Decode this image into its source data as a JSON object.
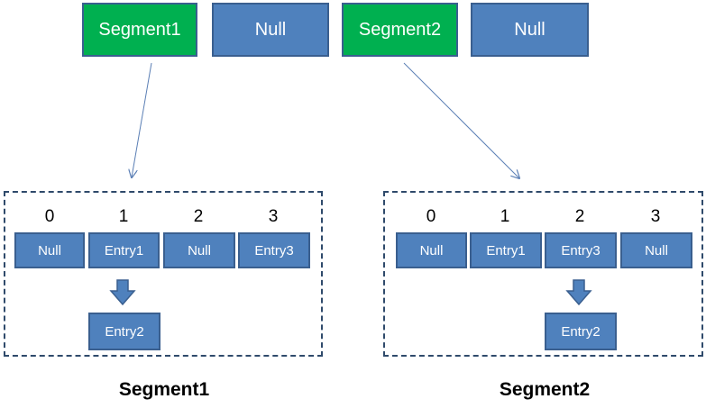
{
  "top_row": {
    "cells": [
      "Segment1",
      "Null",
      "Segment2",
      "Null"
    ]
  },
  "segment1": {
    "indices": [
      "0",
      "1",
      "2",
      "3"
    ],
    "cells": [
      "Null",
      "Entry1",
      "Null",
      "Entry3"
    ],
    "chained": "Entry2",
    "caption": "Segment1"
  },
  "segment2": {
    "indices": [
      "0",
      "1",
      "2",
      "3"
    ],
    "cells": [
      "Null",
      "Entry1",
      "Entry3",
      "Null"
    ],
    "chained": "Entry2",
    "caption": "Segment2"
  },
  "colors": {
    "segment_fill": "#00b050",
    "cell_fill": "#4f81bd",
    "cell_border": "#3a5f8f",
    "arrow": "#5b7fb5",
    "dashed_border": "#2f4a6b"
  }
}
